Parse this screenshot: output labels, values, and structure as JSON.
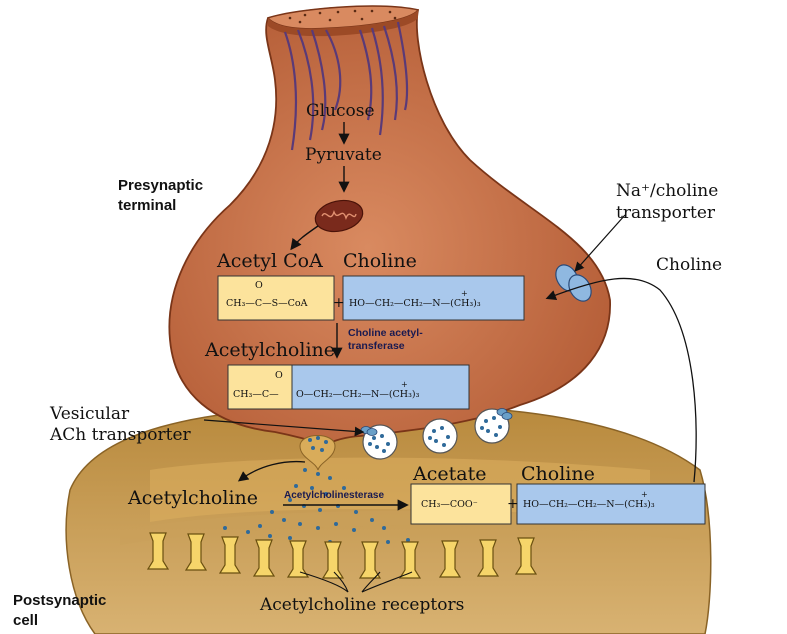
{
  "labels": {
    "presynaptic_terminal": [
      "Presynaptic",
      "terminal"
    ],
    "postsynaptic_cell": [
      "Postsynaptic",
      "cell"
    ],
    "glucose": "Glucose",
    "pyruvate": "Pyruvate",
    "acetyl_coa": "Acetyl CoA",
    "choline_top": "Choline",
    "choline_acetyltransferase": [
      "Choline acetyl-",
      "transferase"
    ],
    "acetylcholine_mid": "Acetylcholine",
    "vesicular_ach_transporter": [
      "Vesicular",
      "ACh transporter"
    ],
    "na_choline_transporter": [
      "Na⁺/choline",
      "transporter"
    ],
    "choline_right": "Choline",
    "acetylcholine_cleft": "Acetylcholine",
    "acetylcholinesterase": "Acetylcholinesterase",
    "acetate": "Acetate",
    "choline_bottom": "Choline",
    "acetylcholine_receptors": "Acetylcholine receptors"
  },
  "formulas": {
    "acetyl_coa": "CH₃—C—S—CoA",
    "choline": "HO—CH₂—CH₂—N—(CH₃)₃",
    "acetylcholine_acyl": "CH₃—C—",
    "acetylcholine_rest": "O—CH₂—CH₂—N—(CH₃)₃",
    "acetate": "CH₃—COO⁻",
    "choline_bottom": "HO—CH₂—CH₂—N—(CH₃)₃",
    "carbonyl_o": "O",
    "plus": "+",
    "n_plus": "+"
  },
  "colors": {
    "terminal_fill": "#c8704a",
    "terminal_stroke": "#7a3518",
    "postsynaptic_fill": "#c79a4a",
    "cleft_fill": "#d9ac5a",
    "box_yellow": "#fce39c",
    "box_blue": "#a9c8ec",
    "microtubule": "#5a3a78",
    "mitochondrion": "#7a2a1c",
    "vesicle_dot": "#2f6a9a",
    "receptor_fill": "#f6d56a",
    "arrow": "#111111"
  }
}
